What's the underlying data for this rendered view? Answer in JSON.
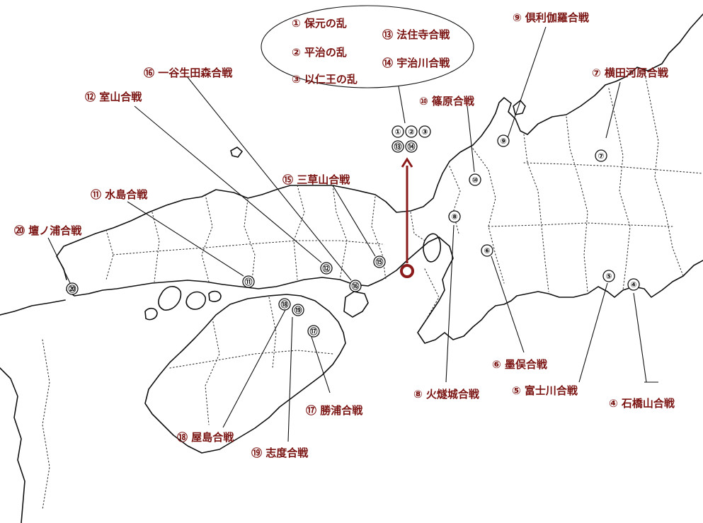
{
  "origin_center": "#8b1a1a",
  "label_color": "#7a1412",
  "callout_items": [
    "① 保元の乱",
    "② 平治の乱",
    "③ 以仁王の乱",
    "⑬ 法住寺合戦",
    "⑭ 宇治川合戦"
  ],
  "labels": {
    "L9": "⑨ 倶利伽羅合戦",
    "L7": "⑦ 横田河原合戦",
    "L16": "⑯ 一谷生田森合戦",
    "L12": "⑫ 室山合戦",
    "L10": "⑩ 篠原合戦",
    "L15": "⑮ 三草山合戦",
    "L11": "⑪ 水島合戦",
    "L20": "⑳ 壇ノ浦合戦",
    "L6": "⑥ 墨俣合戦",
    "L8": "⑧ 火燧城合戦",
    "L5": "⑤ 富士川合戦",
    "L4": "④ 石橋山合戦",
    "L17": "⑰ 勝浦合戦",
    "L18": "⑱ 屋島合戦",
    "L19": "⑲ 志度合戦"
  },
  "markers": {
    "m1": "①",
    "m2": "②",
    "m3": "③",
    "m13": "⑬",
    "m14": "⑭",
    "m9": "⑨",
    "m7": "⑦",
    "m10": "⑩",
    "m8": "⑧",
    "m6": "⑥",
    "m5": "⑤",
    "m4": "④",
    "m15": "⑮",
    "m12": "⑫",
    "m16": "⑯",
    "m11": "⑪",
    "m20": "⑳",
    "m18": "⑱",
    "m19": "⑲",
    "m17": "⑰"
  }
}
